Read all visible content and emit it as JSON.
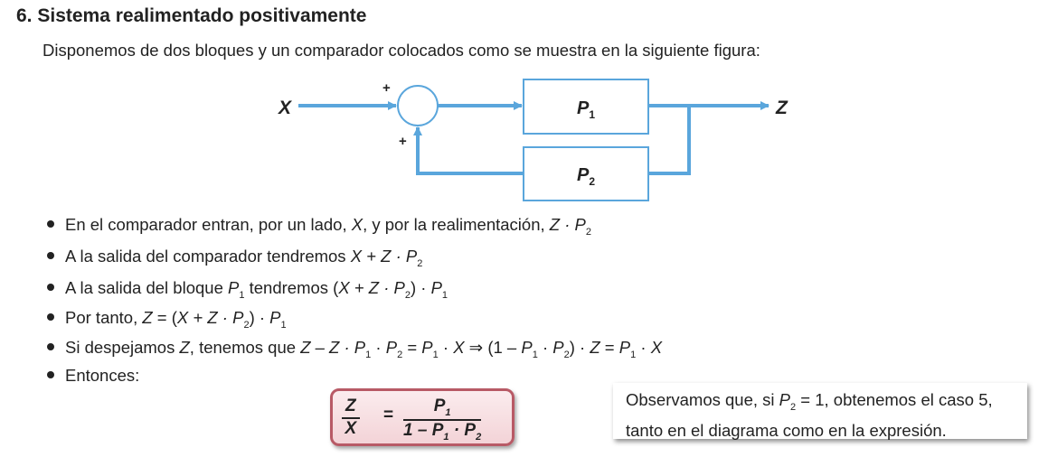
{
  "title": "6. Sistema realimentado positivamente",
  "intro": "Disponemos de dos bloques y un comparador colocados como se muestra en la siguiente figura:",
  "diagram": {
    "input": "X",
    "output": "Z",
    "plus_top": "+",
    "plus_bottom": "+",
    "block1": "P",
    "block1_sub": "1",
    "block2": "P",
    "block2_sub": "2",
    "line_color": "#5aa6dc"
  },
  "bullets": [
    {
      "segs": [
        {
          "t": "En el comparador entran, por un lado, "
        },
        {
          "t": "X",
          "i": 1
        },
        {
          "t": ", y por la realimentación, "
        },
        {
          "t": "Z · P",
          "i": 1
        },
        {
          "t": "2",
          "sub": 1
        }
      ]
    },
    {
      "segs": [
        {
          "t": "A la salida del comparador tendremos "
        },
        {
          "t": "X + Z · P",
          "i": 1
        },
        {
          "t": "2",
          "sub": 1
        }
      ]
    },
    {
      "segs": [
        {
          "t": "A la salida del bloque "
        },
        {
          "t": "P",
          "i": 1
        },
        {
          "t": "1",
          "sub": 1
        },
        {
          "t": " tendremos ("
        },
        {
          "t": "X + Z · P",
          "i": 1
        },
        {
          "t": "2",
          "sub": 1
        },
        {
          "t": ") · "
        },
        {
          "t": "P",
          "i": 1
        },
        {
          "t": "1",
          "sub": 1
        }
      ]
    },
    {
      "segs": [
        {
          "t": "Por tanto, "
        },
        {
          "t": "Z",
          "i": 1
        },
        {
          "t": " = ("
        },
        {
          "t": "X + Z · P",
          "i": 1
        },
        {
          "t": "2",
          "sub": 1
        },
        {
          "t": ") · "
        },
        {
          "t": "P",
          "i": 1
        },
        {
          "t": "1",
          "sub": 1
        }
      ]
    },
    {
      "segs": [
        {
          "t": "Si despejamos "
        },
        {
          "t": "Z",
          "i": 1
        },
        {
          "t": ", tenemos que "
        },
        {
          "t": "Z – Z · P",
          "i": 1
        },
        {
          "t": "1",
          "sub": 1
        },
        {
          "t": " · "
        },
        {
          "t": "P",
          "i": 1
        },
        {
          "t": "2",
          "sub": 1
        },
        {
          "t": " = "
        },
        {
          "t": "P",
          "i": 1
        },
        {
          "t": "1",
          "sub": 1
        },
        {
          "t": " · "
        },
        {
          "t": "X",
          "i": 1
        },
        {
          "t": " ⇒ (1 – "
        },
        {
          "t": "P",
          "i": 1
        },
        {
          "t": "1",
          "sub": 1
        },
        {
          "t": " · "
        },
        {
          "t": "P",
          "i": 1
        },
        {
          "t": "2",
          "sub": 1
        },
        {
          "t": ") · "
        },
        {
          "t": "Z",
          "i": 1
        },
        {
          "t": " = "
        },
        {
          "t": "P",
          "i": 1
        },
        {
          "t": "1",
          "sub": 1
        },
        {
          "t": " · "
        },
        {
          "t": "X",
          "i": 1
        }
      ]
    },
    {
      "segs": [
        {
          "t": "Entonces:"
        }
      ]
    }
  ],
  "formula": {
    "lhs_num": "Z",
    "lhs_den": "X",
    "equals": "=",
    "rhs_num": "P",
    "rhs_num_sub": "1",
    "rhs_den_a": "1 – P",
    "rhs_den_a_sub": "1",
    "rhs_den_b": " · P",
    "rhs_den_b_sub": "2"
  },
  "note": {
    "line1_a": "Observamos que, si ",
    "line1_var": "P",
    "line1_sub": "2",
    "line1_b": " = 1, obtenemos el caso 5,",
    "line2": "tanto en el diagrama como en la expresión."
  }
}
